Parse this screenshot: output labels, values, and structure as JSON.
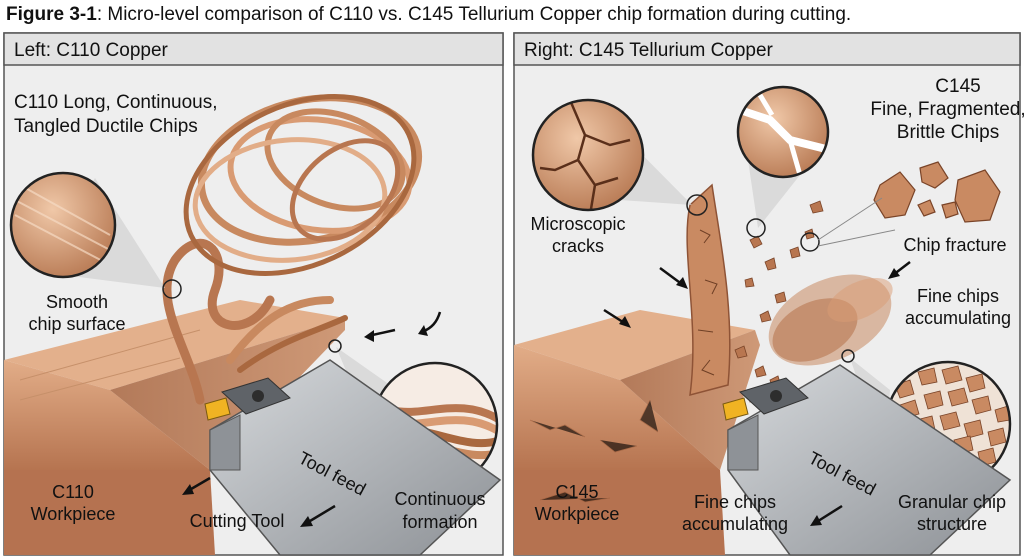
{
  "figure": {
    "number": "Figure 3-1",
    "caption": ": Micro-level comparison of C110 vs. C145 Tellurium Copper chip formation during cutting."
  },
  "left_panel": {
    "title": "Left: C110 Copper",
    "chip_label": [
      "C110 Long, Continuous,",
      "Tangled Ductile Chips"
    ],
    "surface_label": [
      "Smooth",
      "chip surface"
    ],
    "workpiece_label": [
      "C110",
      "Workpiece"
    ],
    "tool_label": "Cutting Tool",
    "feed_label": "Tool feed",
    "formation_label": [
      "Continuous",
      "formation"
    ]
  },
  "right_panel": {
    "title": "Right: C145 Tellurium Copper",
    "chip_label": [
      "C145",
      "Fine, Fragmented,",
      "Brittle Chips"
    ],
    "cracks_label": [
      "Microscopic",
      "cracks"
    ],
    "fracture_label": "Chip fracture",
    "accum_label": [
      "Fine chips",
      "accumulating"
    ],
    "workpiece_label": [
      "C145",
      "Workpiece"
    ],
    "feed_label": "Tool feed",
    "bottom_accum_label": [
      "Fine chips",
      "accumulating"
    ],
    "granular_label": [
      "Granular chip",
      "structure"
    ]
  },
  "colors": {
    "copper": "#c98a62",
    "copper_dark": "#8e5336",
    "copper_light": "#e7b896",
    "panel_bg": "#eeeeee",
    "tool": "#a9adb2",
    "insert": "#f0b323"
  }
}
